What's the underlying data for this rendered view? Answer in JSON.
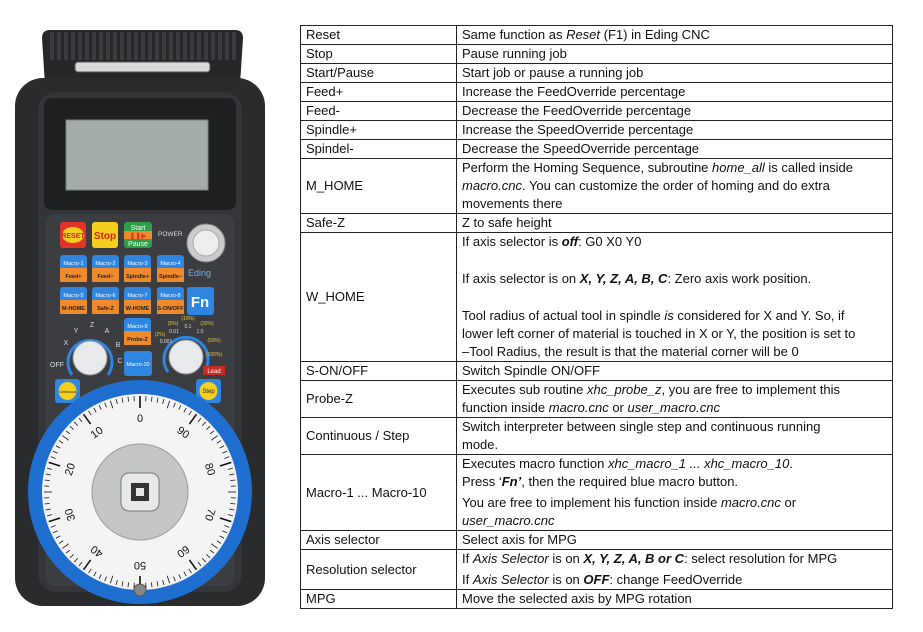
{
  "device": {
    "buttons": {
      "reset": "RESET",
      "stop": "Stop",
      "start": "Start",
      "pause": "Pause",
      "power": "POWER",
      "brand": "Eding",
      "fn": "Fn",
      "macros": [
        {
          "top": "Macro-1",
          "bottom": "Feed+"
        },
        {
          "top": "Macro-2",
          "bottom": "Feed−"
        },
        {
          "top": "Macro-3",
          "bottom": "Spindle+"
        },
        {
          "top": "Macro-4",
          "bottom": "Spindle−"
        },
        {
          "top": "Macro-5",
          "bottom": "M-HOME"
        },
        {
          "top": "Macro-6",
          "bottom": "Safe-Z"
        },
        {
          "top": "Macro-7",
          "bottom": "W-HOME"
        },
        {
          "top": "Macro-8",
          "bottom": "S-ON/OFF"
        },
        {
          "top": "Macro-9",
          "bottom": "Probe-Z"
        }
      ],
      "macro10": "Macro-10",
      "continuous": "Continuous",
      "step": "Step"
    },
    "axis_labels": [
      "OFF",
      "X",
      "Y",
      "Z",
      "A",
      "B",
      "C"
    ],
    "resolution_labels": [
      "0.001",
      "0.01",
      "0.1",
      "1.0"
    ],
    "percent_labels": [
      "(2%)",
      "(5%)",
      "(10%)",
      "(30%)",
      "(60%)",
      "(100%)"
    ],
    "lead": "Lead",
    "dial_numbers": [
      "0",
      "90",
      "80",
      "70",
      "60",
      "50",
      "40",
      "30",
      "20",
      "10"
    ],
    "colors": {
      "body": "#2a2b2d",
      "blue": "#2f86e0",
      "orange": "#f0892a",
      "red": "#e2352a",
      "yellow": "#f4cf1e",
      "green": "#2e9e48",
      "ring": "#1f6fd0"
    }
  },
  "table": {
    "rows": [
      {
        "label": "Reset",
        "lines": [
          [
            {
              "t": "Same function as "
            },
            {
              "t": "Reset",
              "f": "i"
            },
            {
              "t": " (F1) in Eding CNC"
            }
          ]
        ]
      },
      {
        "label": "Stop",
        "lines": [
          [
            {
              "t": "Pause running job"
            }
          ]
        ]
      },
      {
        "label": "Start/Pause",
        "lines": [
          [
            {
              "t": "Start job or pause a running job"
            }
          ]
        ]
      },
      {
        "label": "Feed+",
        "lines": [
          [
            {
              "t": "Increase the FeedOverride percentage"
            }
          ]
        ]
      },
      {
        "label": "Feed-",
        "lines": [
          [
            {
              "t": "Decrease the FeedOverride percentage"
            }
          ]
        ]
      },
      {
        "label": "Spindle+",
        "lines": [
          [
            {
              "t": "Increase the SpeedOverride percentage"
            }
          ]
        ]
      },
      {
        "label": "Spindel-",
        "lines": [
          [
            {
              "t": "Decrease the SpeedOverride percentage"
            }
          ]
        ]
      },
      {
        "label": "M_HOME",
        "lines": [
          [
            {
              "t": "Perform the Homing Sequence, subroutine "
            },
            {
              "t": "home_all",
              "f": "i"
            },
            {
              "t": " is called inside"
            }
          ],
          [
            {
              "t": "macro.cnc",
              "f": "i"
            },
            {
              "t": ". You can customize the order of homing and do extra"
            }
          ],
          [
            {
              "t": "movements there"
            }
          ]
        ]
      },
      {
        "label": "Safe-Z",
        "lines": [
          [
            {
              "t": "Z to safe height"
            }
          ]
        ]
      },
      {
        "label": "W_HOME",
        "lines": [
          [
            {
              "t": "If axis selector is "
            },
            {
              "t": "off",
              "f": "bi"
            },
            {
              "t": ": G0 X0 Y0"
            }
          ],
          "gap",
          [
            {
              "t": "If axis selector is on "
            },
            {
              "t": "X, Y, Z, A, B, C",
              "f": "bi"
            },
            {
              "t": ": Zero axis work position."
            }
          ],
          "gap",
          [
            {
              "t": "Tool radius of actual tool in spindle "
            },
            {
              "t": "is",
              "f": "i"
            },
            {
              "t": " considered for X and Y. So, if"
            }
          ],
          [
            {
              "t": "lower left corner of material is touched in X or Y, the position is set to"
            }
          ],
          [
            {
              "t": "–Tool Radius, the result is that the material corner will be 0"
            }
          ]
        ]
      },
      {
        "label": "S-ON/OFF",
        "lines": [
          [
            {
              "t": "Switch Spindle ON/OFF"
            }
          ]
        ]
      },
      {
        "label": "Probe-Z",
        "lines": [
          [
            {
              "t": "Executes sub routine "
            },
            {
              "t": "xhc_probe_z",
              "f": "i"
            },
            {
              "t": ", you are free to implement this"
            }
          ],
          [
            {
              "t": "function inside "
            },
            {
              "t": "macro.cnc",
              "f": "i"
            },
            {
              "t": " or "
            },
            {
              "t": "user_macro.cnc",
              "f": "i"
            }
          ]
        ]
      },
      {
        "label": "Continuous / Step",
        "lines": [
          [
            {
              "t": "Switch interpreter between single step and continuous running"
            }
          ],
          [
            {
              "t": "mode."
            }
          ]
        ]
      },
      {
        "label": "Macro-1 ... Macro-10",
        "lines": [
          [
            {
              "t": "Executes macro function "
            },
            {
              "t": "xhc_macro_1 ... xhc_macro_10",
              "f": "i"
            },
            {
              "t": "."
            }
          ],
          [
            {
              "t": "Press ‘"
            },
            {
              "t": "Fn’",
              "f": "bi"
            },
            {
              "t": ", then the required blue macro button."
            }
          ],
          "sgap",
          [
            {
              "t": "You are free to implement his function inside "
            },
            {
              "t": "macro.cnc",
              "f": "i"
            },
            {
              "t": " or"
            }
          ],
          [
            {
              "t": "user_macro.cnc",
              "f": "i"
            }
          ]
        ]
      },
      {
        "label": "Axis selector",
        "lines": [
          [
            {
              "t": "Select axis for MPG"
            }
          ]
        ]
      },
      {
        "label": "Resolution selector",
        "lines": [
          [
            {
              "t": "If "
            },
            {
              "t": "Axis Selector",
              "f": "i"
            },
            {
              "t": " is on "
            },
            {
              "t": "X, Y, Z, A, B or C",
              "f": "bi"
            },
            {
              "t": ": select resolution for MPG"
            }
          ],
          "sgap",
          [
            {
              "t": "If "
            },
            {
              "t": "Axis Selector",
              "f": "i"
            },
            {
              "t": " is on "
            },
            {
              "t": "OFF",
              "f": "bi"
            },
            {
              "t": ":  change FeedOverride"
            }
          ]
        ]
      },
      {
        "label": "MPG",
        "lines": [
          [
            {
              "t": "Move the selected axis by MPG rotation"
            }
          ]
        ]
      }
    ]
  }
}
